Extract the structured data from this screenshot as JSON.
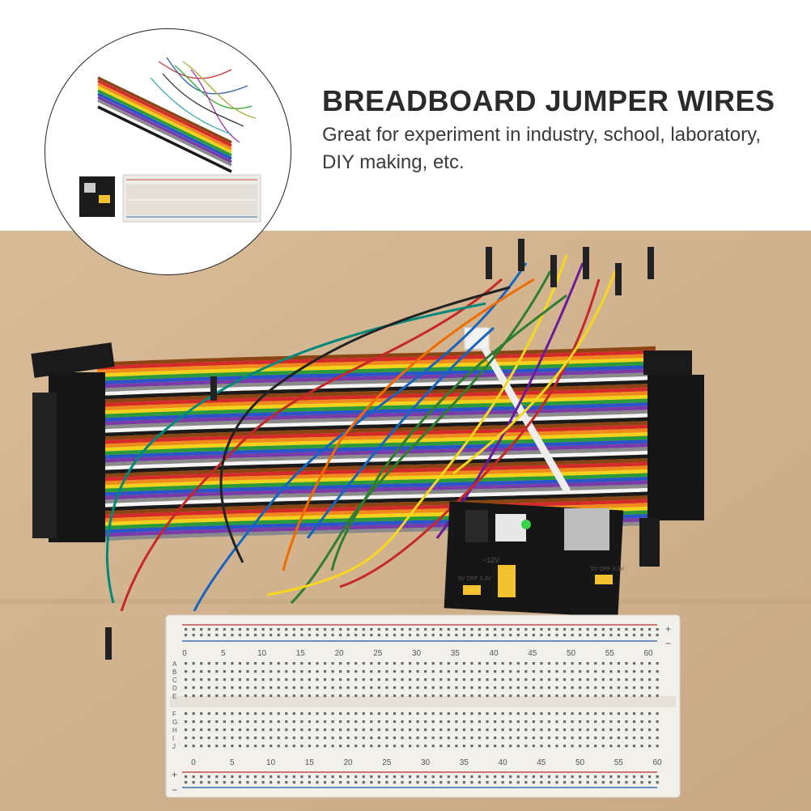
{
  "header": {
    "title": "BREADBOARD JUMPER WIRES",
    "subtitle": "Great for experiment in industry, school, laboratory, DIY making, etc."
  },
  "breadboard": {
    "top_numbers": [
      "0",
      "5",
      "10",
      "15",
      "20",
      "25",
      "30",
      "35",
      "40",
      "45",
      "50",
      "55",
      "60"
    ],
    "bottom_numbers": [
      "60",
      "55",
      "50",
      "45",
      "40",
      "35",
      "30",
      "25",
      "20",
      "15",
      "10",
      "5",
      "0"
    ],
    "row_letters_left_top": [
      "A",
      "B",
      "C",
      "D",
      "E"
    ],
    "row_letters_left_bottom": [
      "F",
      "G",
      "H",
      "I",
      "J"
    ],
    "plus_sign": "+",
    "minus_sign": "−"
  },
  "power_module": {
    "voltage_label": "~12V",
    "left_jumper_labels": "5V OFF 3.3V",
    "right_jumper_labels": "5V OFF 3.3V"
  },
  "colors": {
    "table": "#d9bd9a",
    "breadboard": "#f2f0ea",
    "rail_red": "#c0504d",
    "rail_blue": "#3a6fb0",
    "module_black": "#1a1a1a",
    "jumper_yellow": "#f2c230"
  },
  "ribbon_colors": [
    "#8b4513",
    "#d42a2a",
    "#f08a1c",
    "#f3d21c",
    "#2a9a3a",
    "#2a55c8",
    "#7a3aa8",
    "#8a8a8a",
    "#f5f5f5",
    "#1a1a1a"
  ]
}
